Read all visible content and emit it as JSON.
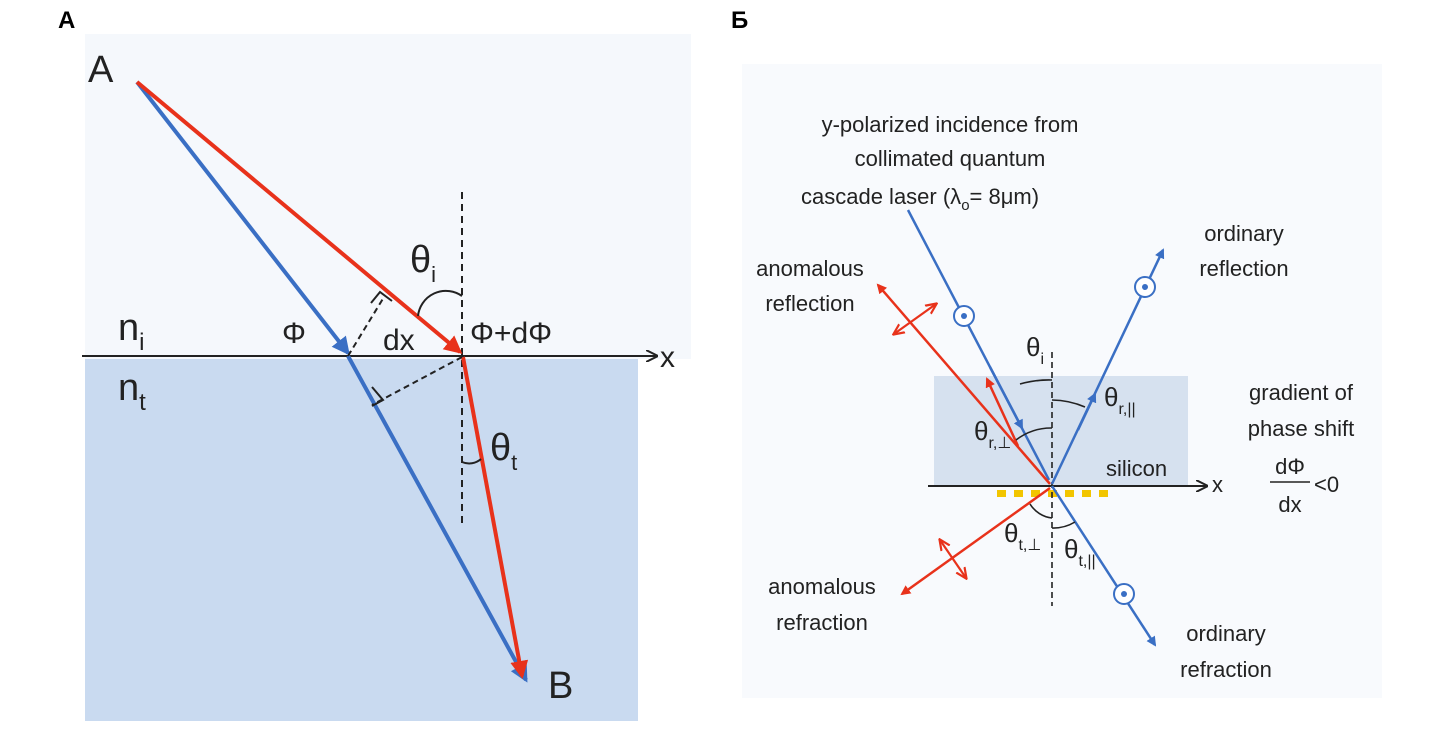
{
  "panels": {
    "a": {
      "label": "A",
      "point_a": "A",
      "point_b": "B",
      "n_i": "n",
      "n_i_sub": "i",
      "n_t": "n",
      "n_t_sub": "t",
      "phi": "Φ",
      "phi_dphi": "Φ+dΦ",
      "dx": "dx",
      "x_axis": "x",
      "theta_i": "θ",
      "theta_i_sub": "i",
      "theta_t": "θ",
      "theta_t_sub": "t"
    },
    "b": {
      "label": "Б",
      "incidence_line1": "y-polarized incidence from",
      "incidence_line2": "collimated quantum",
      "incidence_line3": "cascade laser (λ",
      "incidence_line3_sub": "o",
      "incidence_line3_end": "= 8μm)",
      "ordinary_reflection_1": "ordinary",
      "ordinary_reflection_2": "reflection",
      "anomalous_reflection_1": "anomalous",
      "anomalous_reflection_2": "reflection",
      "anomalous_refraction_1": "anomalous",
      "anomalous_refraction_2": "refraction",
      "ordinary_refraction_1": "ordinary",
      "ordinary_refraction_2": "refraction",
      "gradient_1": "gradient of",
      "gradient_2": "phase shift",
      "frac_num": "dΦ",
      "frac_den": "dx",
      "frac_rel": "<0",
      "silicon": "silicon",
      "x_axis": "x",
      "theta_i": "θ",
      "theta_i_sub": "i",
      "theta_r_par": "θ",
      "theta_r_par_sub": "r,||",
      "theta_r_perp": "θ",
      "theta_r_perp_sub": "r,⊥",
      "theta_t_perp": "θ",
      "theta_t_perp_sub": "t,⊥",
      "theta_t_par": "θ",
      "theta_t_par_sub": "t,||"
    }
  },
  "colors": {
    "red": "#e8321b",
    "blue": "#3a6fc4",
    "substrate_a": "#c9daf0",
    "backdrop": "#f5f8fc",
    "silicon": "#d6e1ef",
    "antenna": "#f2c500"
  }
}
